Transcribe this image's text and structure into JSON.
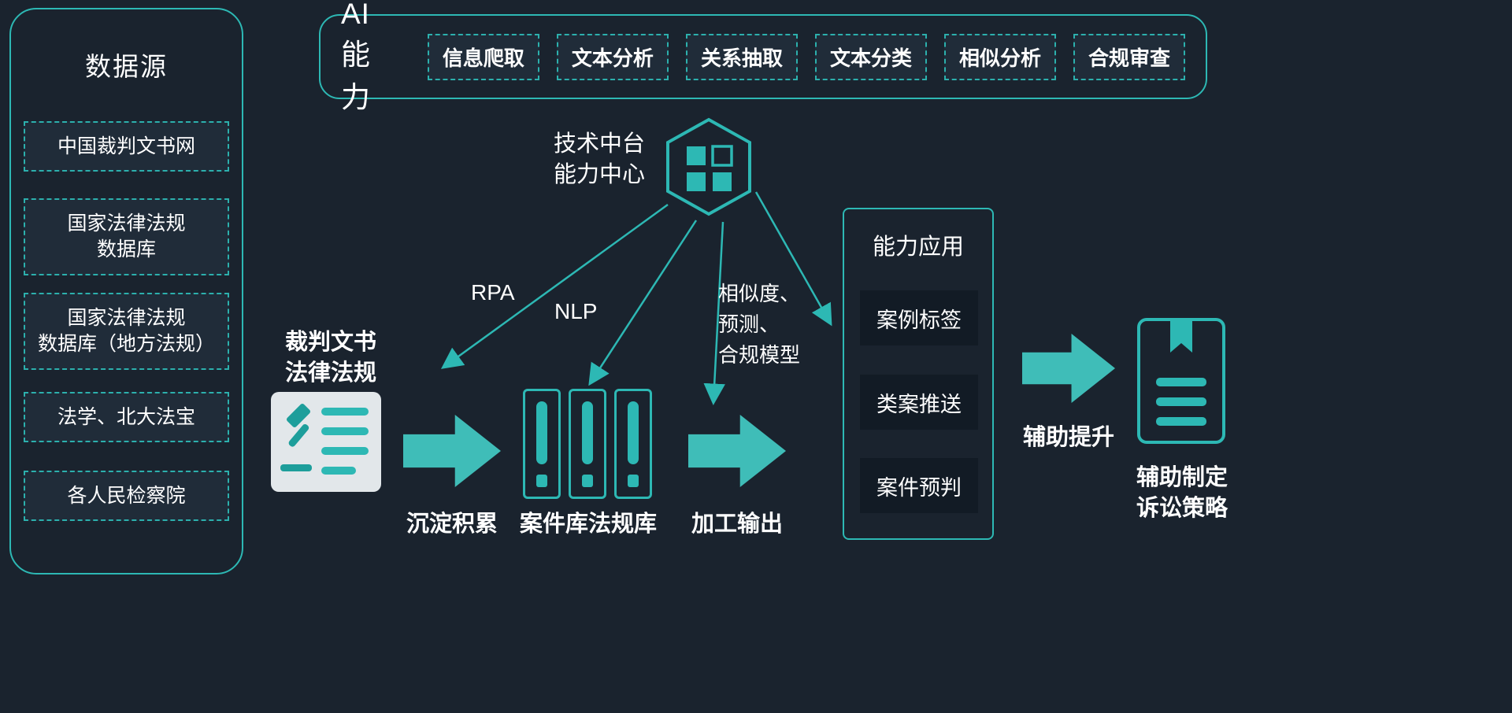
{
  "colors": {
    "background": "#1a232e",
    "teal": "#2db8b4",
    "arrow": "#3fbdb8",
    "text": "#ffffff",
    "box_bg": "#202c39",
    "dark_box_bg": "#121b25",
    "doc_icon_bg": "#e2e7ea"
  },
  "data_sources": {
    "title": "数据源",
    "items": [
      "中国裁判文书网",
      "国家法律法规\n数据库",
      "国家法律法规\n数据库（地方法规）",
      "法学、北大法宝",
      "各人民检察院"
    ]
  },
  "ai_panel": {
    "title": "AI能力",
    "items": [
      "信息爬取",
      "文本分析",
      "关系抽取",
      "文本分类",
      "相似分析",
      "合规审查"
    ]
  },
  "tech_center": {
    "label": "技术中台\n能力中心",
    "icon": "hexagon-grid-icon"
  },
  "connectors": {
    "rpa_label": "RPA",
    "nlp_label": "NLP",
    "model_label": "相似度、\n预测、\n合规模型"
  },
  "pipeline": {
    "source_label": "裁判文书\n法律法规",
    "source_icon": "gavel-document-icon",
    "step1_label": "沉淀积累",
    "step2_label": "案件库法规库",
    "step2_icon": "binder-icon",
    "step3_label": "加工输出",
    "step4_label": "辅助提升",
    "result_label": "辅助制定\n诉讼策略",
    "result_icon": "bookmark-document-icon"
  },
  "capability_app": {
    "title": "能力应用",
    "items": [
      "案例标签",
      "类案推送",
      "案件预判"
    ]
  }
}
